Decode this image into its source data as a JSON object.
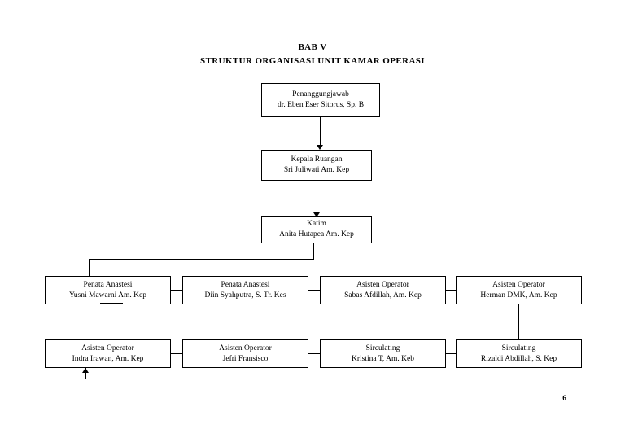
{
  "document": {
    "heading_line1": "BAB V",
    "heading_line2": "STRUKTUR ORGANISASI UNIT KAMAR OPERASI",
    "page_number": "6"
  },
  "chart_data": {
    "type": "org-chart",
    "title": "STRUKTUR ORGANISASI UNIT KAMAR OPERASI",
    "nodes": [
      {
        "id": "n1",
        "role": "Penanggungjawab",
        "name": "dr. Eben Eser Sitorus, Sp. B",
        "level": 1
      },
      {
        "id": "n2",
        "role": "Kepala Ruangan",
        "name": "Sri Juliwati Am. Kep",
        "level": 2
      },
      {
        "id": "n3",
        "role": "Katim",
        "name": "Anita Hutapea Am. Kep",
        "level": 3
      },
      {
        "id": "n4",
        "role": "Penata Anastesi",
        "name": "Yusni Mawarni Am. Kep",
        "level": 4
      },
      {
        "id": "n5",
        "role": "Penata Anastesi",
        "name": "Diin Syahputra, S. Tr. Kes",
        "level": 4
      },
      {
        "id": "n6",
        "role": "Asisten Operator",
        "name": "Sabas Afdillah, Am. Kep",
        "level": 4
      },
      {
        "id": "n7",
        "role": "Asisten Operator",
        "name": "Herman DMK, Am. Kep",
        "level": 4
      },
      {
        "id": "n8",
        "role": "Asisten Operator",
        "name": "Indra Irawan, Am. Kep",
        "level": 5
      },
      {
        "id": "n9",
        "role": "Asisten Operator",
        "name": "Jefri Fransisco",
        "level": 5
      },
      {
        "id": "n10",
        "role": "Sirculating",
        "name": "Kristina T, Am. Keb",
        "level": 5
      },
      {
        "id": "n11",
        "role": "Sirculating",
        "name": "Rizaldi Abdillah, S. Kep",
        "level": 5
      }
    ],
    "edges": [
      {
        "from": "n1",
        "to": "n2",
        "style": "arrow-down"
      },
      {
        "from": "n2",
        "to": "n3",
        "style": "arrow-down"
      },
      {
        "from": "n3",
        "to": "n4",
        "style": "elbow-down"
      },
      {
        "from": "n4",
        "to": "n5",
        "style": "horizontal"
      },
      {
        "from": "n5",
        "to": "n6",
        "style": "horizontal"
      },
      {
        "from": "n6",
        "to": "n7",
        "style": "horizontal"
      },
      {
        "from": "n7",
        "to": "n11",
        "style": "vertical"
      },
      {
        "from": "n11",
        "to": "n10",
        "style": "horizontal"
      },
      {
        "from": "n10",
        "to": "n9",
        "style": "horizontal"
      },
      {
        "from": "n9",
        "to": "n8",
        "style": "horizontal"
      },
      {
        "from": "n8",
        "to": "n4",
        "style": "arrow-up"
      }
    ],
    "colors": {
      "line": "#000000",
      "box_fill": "#ffffff",
      "text": "#000000"
    }
  }
}
